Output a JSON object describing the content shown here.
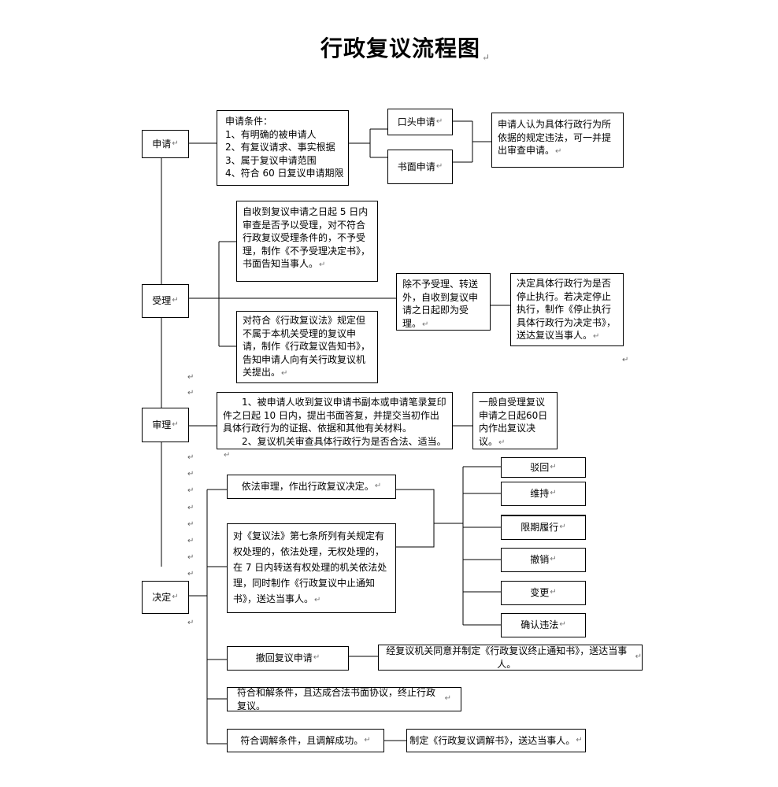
{
  "title": "行政复议流程图",
  "para_mark": "↵",
  "stages": {
    "apply": "申请",
    "accept": "受理",
    "review": "审理",
    "decide": "决定"
  },
  "apply": {
    "conditions_title": "申请条件：",
    "conditions": [
      "1、有明确的被申请人",
      "2、有复议请求、事实根据",
      "3、属于复议申请范围",
      "4、符合 60 日复议申请期限"
    ],
    "oral": "口头申请",
    "written": "书面申请",
    "note": "申请人认为具体行政行为所依据的规定违法，可一并提出审查申请。"
  },
  "accept": {
    "reject": "自收到复议申请之日起 5 日内审查是否予以受理，对不符合行政复议受理条件的，不予受理，制作《不予受理决定书》，书面告知当事人。",
    "accepted": "除不予受理、转送外，自收到复议申请之日起即为受理。",
    "transfer": "对符合《行政复议法》规定但不属于本机关受理的复议申请，制作《行政复议告知书》，告知申请人向有关行政复议机关提出。",
    "suspend": "决定具体行政行为是否停止执行。若决定停止执行，制作《停止执行具体行政行为决定书》，送达复议当事人。"
  },
  "review": {
    "steps": [
      "1、被申请人收到复议申请书副本或申请笔录复印件之日起 10 日内，提出书面答复，并提交当初作出具体行政行为的证据、依据和其他有关材料。",
      "2、复议机关审查具体行政行为是否合法、适当。"
    ],
    "deadline": "一般自受理复议申请之日起60日内作出复议决议。"
  },
  "decide": {
    "lawful": "依法审理，作出行政复议决定。",
    "art7": "对《复议法》第七条所列有关规定有权处理的，依法处理，无权处理的，在 7 日内转送有权处理的机关依法处理，同时制作《行政复议中止通知书》，送达当事人。",
    "outcomes": [
      "驳回",
      "维持",
      "限期履行",
      "撤销",
      "变更",
      "确认违法"
    ],
    "withdraw": "撤回复议申请",
    "withdraw_note": "经复议机关同意并制定《行政复议终止通知书》，送达当事人。",
    "settle": "符合和解条件，且达成合法书面协议，终止行政复议。",
    "mediate": "符合调解条件，且调解成功。",
    "mediate_note": "制定《行政复议调解书》，送达当事人。"
  }
}
